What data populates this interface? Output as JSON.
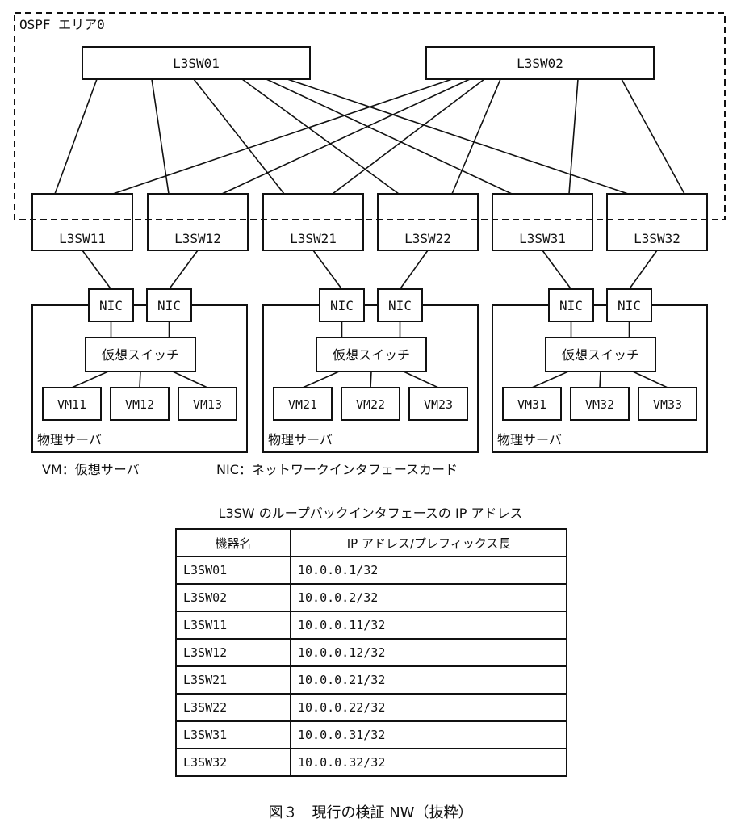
{
  "area_label": "OSPF エリア0",
  "core_switches": [
    "L3SW01",
    "L3SW02"
  ],
  "access_switches": [
    "L3SW11",
    "L3SW12",
    "L3SW21",
    "L3SW22",
    "L3SW31",
    "L3SW32"
  ],
  "links": [
    [
      "L3SW01",
      "L3SW11"
    ],
    [
      "L3SW01",
      "L3SW12"
    ],
    [
      "L3SW01",
      "L3SW21"
    ],
    [
      "L3SW01",
      "L3SW22"
    ],
    [
      "L3SW01",
      "L3SW31"
    ],
    [
      "L3SW01",
      "L3SW32"
    ],
    [
      "L3SW02",
      "L3SW11"
    ],
    [
      "L3SW02",
      "L3SW12"
    ],
    [
      "L3SW02",
      "L3SW21"
    ],
    [
      "L3SW02",
      "L3SW22"
    ],
    [
      "L3SW02",
      "L3SW31"
    ],
    [
      "L3SW02",
      "L3SW32"
    ]
  ],
  "servers": [
    {
      "nics": [
        "NIC",
        "NIC"
      ],
      "uplinks": [
        "L3SW11",
        "L3SW12"
      ],
      "vswitch": "仮想スイッチ",
      "vms": [
        "VM11",
        "VM12",
        "VM13"
      ],
      "label": "物理サーバ"
    },
    {
      "nics": [
        "NIC",
        "NIC"
      ],
      "uplinks": [
        "L3SW21",
        "L3SW22"
      ],
      "vswitch": "仮想スイッチ",
      "vms": [
        "VM21",
        "VM22",
        "VM23"
      ],
      "label": "物理サーバ"
    },
    {
      "nics": [
        "NIC",
        "NIC"
      ],
      "uplinks": [
        "L3SW31",
        "L3SW32"
      ],
      "vswitch": "仮想スイッチ",
      "vms": [
        "VM31",
        "VM32",
        "VM33"
      ],
      "label": "物理サーバ"
    }
  ],
  "legend": {
    "vm": "VM：仮想サーバ",
    "nic": "NIC：ネットワークインタフェースカード"
  },
  "table": {
    "title": "L3SW のループバックインタフェースの IP アドレス",
    "headers": [
      "機器名",
      "IP アドレス/プレフィックス長"
    ],
    "rows": [
      [
        "L3SW01",
        "10.0.0.1/32"
      ],
      [
        "L3SW02",
        "10.0.0.2/32"
      ],
      [
        "L3SW11",
        "10.0.0.11/32"
      ],
      [
        "L3SW12",
        "10.0.0.12/32"
      ],
      [
        "L3SW21",
        "10.0.0.21/32"
      ],
      [
        "L3SW22",
        "10.0.0.22/32"
      ],
      [
        "L3SW31",
        "10.0.0.31/32"
      ],
      [
        "L3SW32",
        "10.0.0.32/32"
      ]
    ]
  },
  "caption": "図３　現行の検証 NW（抜粋）"
}
